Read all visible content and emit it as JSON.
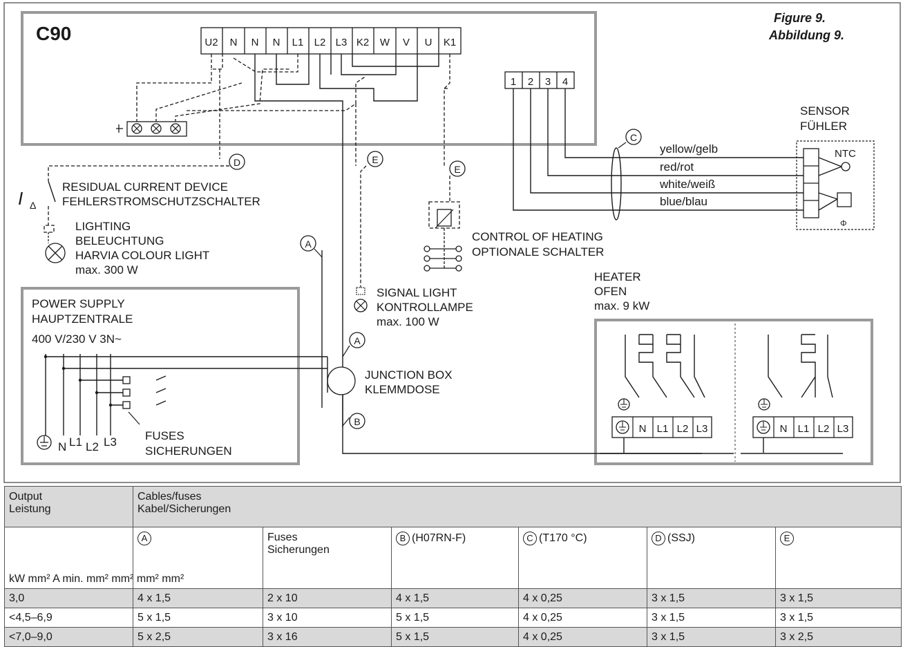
{
  "figure": {
    "title_en": "Figure 9.",
    "title_de": "Abbildung 9."
  },
  "controller": {
    "name": "C90",
    "terminals": [
      "U2",
      "N",
      "N",
      "N",
      "L1",
      "L2",
      "L3",
      "K2",
      "W",
      "V",
      "U",
      "K1"
    ]
  },
  "sensor_terminals": [
    "1",
    "2",
    "3",
    "4"
  ],
  "sensor": {
    "label_en": "SENSOR",
    "label_de": "FÜHLER",
    "ntc": "NTC",
    "phi": "Φ"
  },
  "wires": [
    "yellow/gelb",
    "red/rot",
    "white/weiß",
    "blue/blau"
  ],
  "markers": {
    "A": "A",
    "B": "B",
    "C": "C",
    "D": "D",
    "E": "E"
  },
  "rcd": {
    "symbol": "I",
    "sub": "Δ",
    "line1": "RESIDUAL CURRENT DEVICE",
    "line2": "FEHLERSTROMSCHUTZSCHALTER"
  },
  "lighting": {
    "line1": "LIGHTING",
    "line2": "BELEUCHTUNG",
    "line3": "HARVIA COLOUR LIGHT",
    "line4": "max. 300 W"
  },
  "control": {
    "line1": "CONTROL OF HEATING",
    "line2": "OPTIONALE SCHALTER"
  },
  "signal": {
    "line1": "SIGNAL LIGHT",
    "line2": "KONTROLLAMPE",
    "line3": "max. 100 W"
  },
  "heater": {
    "line1": "HEATER",
    "line2": "OFEN",
    "line3": "max. 9 kW",
    "terminals": [
      "N",
      "L1",
      "L2",
      "L3"
    ]
  },
  "power": {
    "line1": "POWER SUPPLY",
    "line2": "HAUPTZENTRALE",
    "voltage": "400 V/230 V 3N~",
    "n": "N",
    "l1": "L1",
    "l2": "L2",
    "l3": "L3"
  },
  "junction": {
    "line1": "JUNCTION BOX",
    "line2": "KLEMMDOSE"
  },
  "fuses": {
    "line1": "FUSES",
    "line2": "SICHERUNGEN"
  },
  "table": {
    "output_header": [
      "Output",
      "Leistung"
    ],
    "cables_header": [
      "Cables/fuses",
      "Kabel/Sicherungen"
    ],
    "sub": {
      "a": "A",
      "fuses": [
        "Fuses",
        "Sicherungen"
      ],
      "b": "B",
      "b_type": "(H07RN-F)",
      "c": "C",
      "c_type": "(T170 °C)",
      "d": "D",
      "d_type": "(SSJ)",
      "e": "E",
      "units": "kW mm² A min. mm² mm² mm² mm²"
    },
    "rows": [
      [
        "3,0",
        "4 x 1,5",
        "2 x 10",
        "4 x 1,5",
        "4 x 0,25",
        "3 x 1,5",
        "3 x 1,5"
      ],
      [
        "<4,5–6,9",
        "5 x 1,5",
        "3 x 10",
        "5 x 1,5",
        "4 x 0,25",
        "3 x 1,5",
        "3 x 1,5"
      ],
      [
        "<7,0–9,0",
        "5 x 2,5",
        "3 x 16",
        "5 x 1,5",
        "4 x 0,25",
        "3 x 1,5",
        "3 x 2,5"
      ]
    ]
  }
}
